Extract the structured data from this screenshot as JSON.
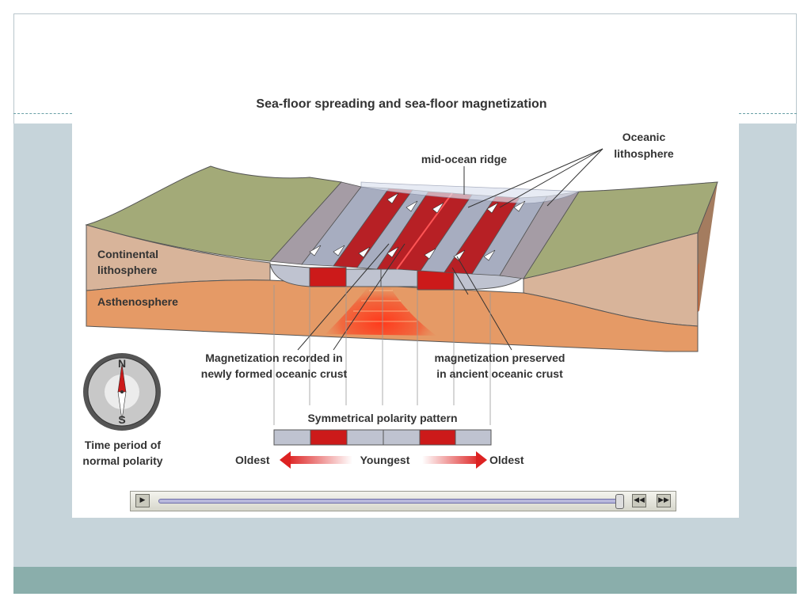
{
  "diagram": {
    "title": "Sea-floor spreading and sea-floor magnetization",
    "labels": {
      "mid_ocean_ridge": "mid-ocean ridge",
      "oceanic_1": "Oceanic",
      "oceanic_2": "lithosphere",
      "continental_1": "Continental",
      "continental_2": "lithosphere",
      "asthenosphere": "Asthenosphere",
      "mag_new_1": "Magnetization recorded in",
      "mag_new_2": "newly formed oceanic crust",
      "mag_old_1": "magnetization preserved",
      "mag_old_2": "in ancient oceanic crust",
      "symmetrical": "Symmetrical polarity pattern",
      "oldest_left": "Oldest",
      "youngest": "Youngest",
      "oldest_right": "Oldest"
    },
    "compass": {
      "north": "N",
      "south": "S",
      "caption_1": "Time period of",
      "caption_2": "normal polarity"
    },
    "polarity_stripes": [
      "reversed",
      "normal",
      "reversed",
      "reversed",
      "normal",
      "reversed"
    ]
  },
  "player": {
    "play_icon": "play-icon",
    "rewind_icon": "rewind-icon",
    "forward_icon": "fast-forward-icon",
    "progress": 1.0
  },
  "colors": {
    "band": "#c6d4da",
    "footer": "#8aaeab",
    "land": "#a3aa78",
    "crust_gray": "#a7adc0",
    "crust_red": "#b72025",
    "continental": "#d8b49a",
    "asthenosphere": "#e59a66",
    "magma": "#ee3322"
  }
}
